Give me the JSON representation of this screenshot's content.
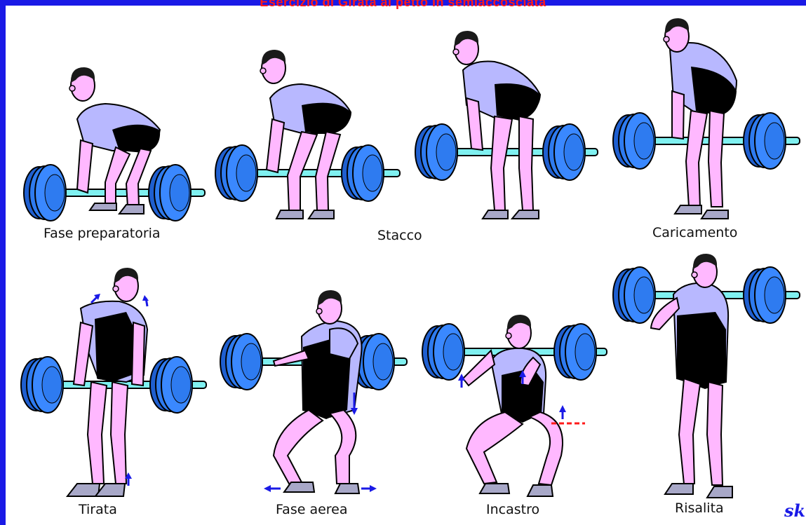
{
  "title": "Esercizio di Girata al petto in semiaccosciata",
  "phases": [
    "Fase preparatoria",
    "Stacco",
    "Caricamento",
    "Tirata",
    "Fase aerea",
    "Incastro",
    "Risalita"
  ],
  "signature": "sk",
  "colors": {
    "frame": "#1a1ae6",
    "title": "#ff1a1a",
    "plate": "#2e7bf0",
    "bar": "#7ff0f0",
    "skin": "#ffb8ff",
    "shirt": "#b8b8ff",
    "suit": "#000000",
    "hair": "#1a1a1a",
    "shoe": "#a8a8c8",
    "arrow": "#1a1ae6",
    "marker": "#ff1a1a"
  }
}
